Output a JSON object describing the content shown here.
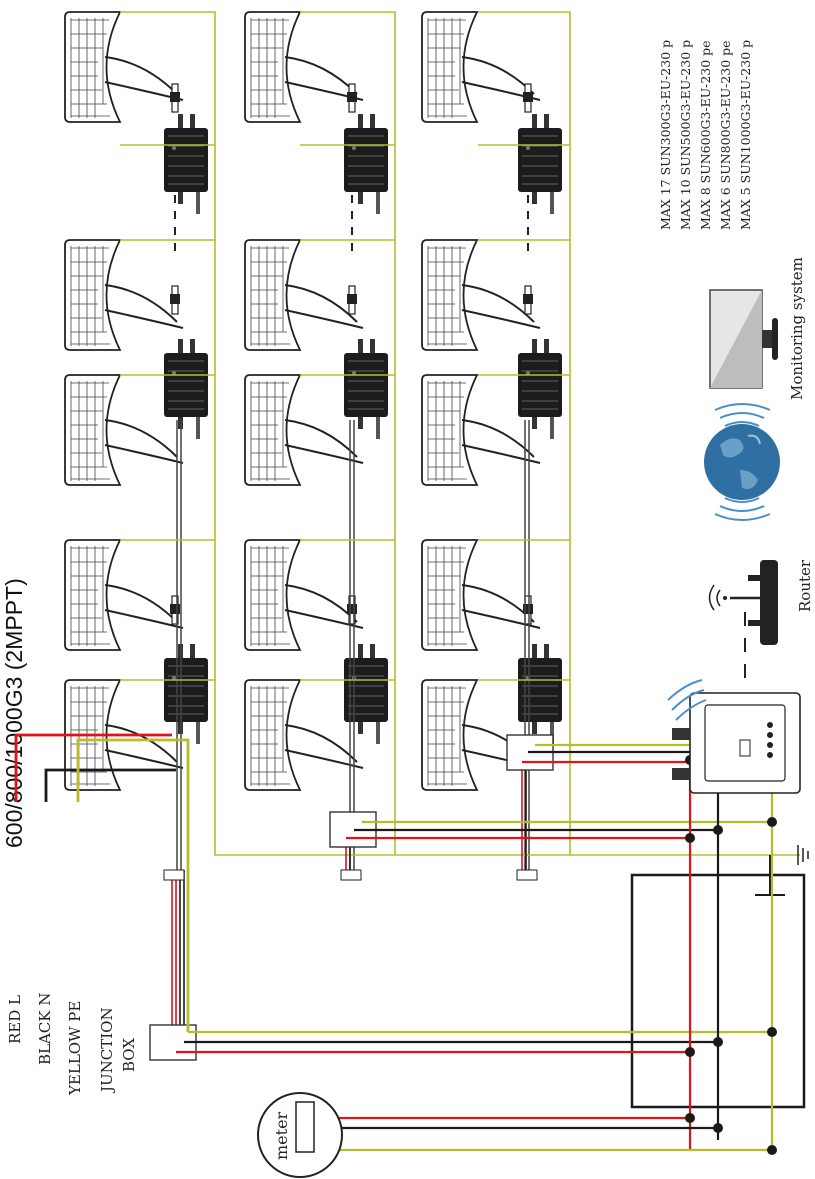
{
  "title": "600/800/1000G3 (2MPPT)",
  "max_lines": [
    "MAX 17 SUN300G3-EU-230 p",
    "MAX 10 SUN500G3-EU-230 p",
    "MAX 8 SUN600G3-EU-230 pe",
    "MAX 6 SUN800G3-EU-230 pe",
    "MAX 5 SUN1000G3-EU-230 p"
  ],
  "labels": {
    "monitoring": "Monitoring system",
    "router": "Router",
    "meter": "meter",
    "red": "RED L",
    "black": "BLACK N",
    "yellow": "YELLOW  PE",
    "junction_line1": "JUNCTION",
    "junction_line2": "BOX"
  },
  "colors": {
    "live": "#e0121a",
    "neutral": "#1a1a1a",
    "earth": "#b5bd2a",
    "globe": "#2f6fa3",
    "signal": "#4a90c8"
  },
  "icons": [
    "solar-panel-icon",
    "microinverter-icon",
    "monitor-icon",
    "globe-icon",
    "router-icon",
    "wifi-signal-icon",
    "datalogger-icon",
    "ground-icon"
  ]
}
